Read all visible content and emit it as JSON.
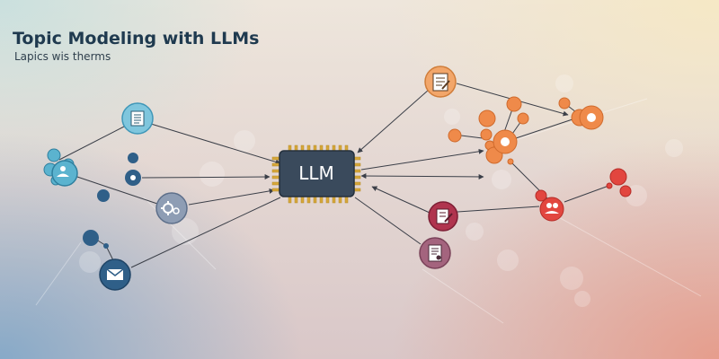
{
  "header": {
    "title": "Topic Modeling with LLMs",
    "subtitle": "Lapics wis therms"
  },
  "chip": {
    "label": "LLM"
  },
  "colors": {
    "chip": "#3a4a5c",
    "chip_pins": "#d6a73a",
    "edge": "#3b3f48",
    "teal": "#5bb3cf",
    "navy": "#2f5f88",
    "gray_blue": "#7c8ea8",
    "orange": "#ef8a4a",
    "orange_icon": "#f2a66a",
    "red": "#e2463f",
    "crimson": "#b0344e",
    "plum": "#a4647e"
  },
  "nodes": {
    "left": [
      "document-node",
      "people-cluster-node",
      "info-node",
      "settings-node",
      "email-node"
    ],
    "right": [
      "clipboard-node",
      "orange-cluster-node",
      "red-cluster-node",
      "edit-document-node",
      "report-node"
    ]
  }
}
